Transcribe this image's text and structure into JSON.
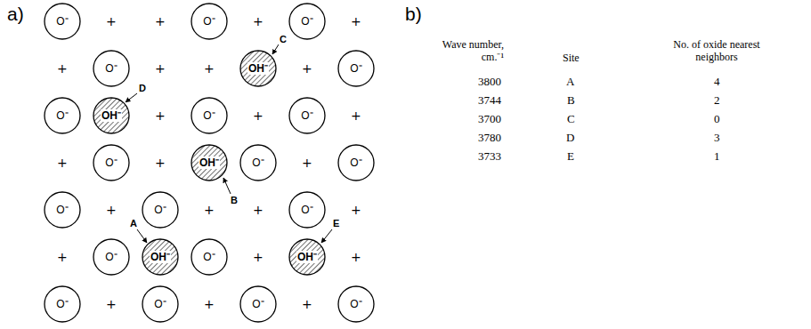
{
  "diagram": {
    "nodes": [
      {
        "text": [
          "O⁼"
        ]
      },
      {
        "text": [
          "O⁼"
        ]
      },
      {
        "text": [
          "O⁼"
        ]
      },
      {
        "text": [
          "O⁼"
        ]
      },
      {
        "text": [
          "OH⁻"
        ]
      },
      {
        "text": [
          "O⁼"
        ]
      },
      {
        "text": [
          "O⁼"
        ]
      },
      {
        "text": [
          "OH⁻"
        ]
      },
      {
        "text": [
          "O⁼"
        ]
      },
      {
        "text": [
          "O⁼"
        ]
      },
      {
        "text": [
          "O⁼"
        ]
      },
      {
        "text": [
          "OH⁻"
        ]
      },
      {
        "text": [
          "O⁼"
        ]
      },
      {
        "text": [
          "O⁼"
        ]
      },
      {
        "text": [
          "O⁼"
        ]
      },
      {
        "text": [
          "O⁼"
        ]
      },
      {
        "text": [
          "O⁼"
        ]
      },
      {
        "text": [
          "O⁼"
        ]
      },
      {
        "text": [
          "OH⁻"
        ]
      },
      {
        "text": [
          "O⁼"
        ]
      },
      {
        "text": [
          "OH⁻"
        ]
      },
      {
        "text": [
          "O⁼"
        ]
      },
      {
        "text": [
          "O⁼"
        ]
      },
      {
        "text": [
          "O⁼"
        ]
      },
      {
        "text": [
          "O⁼"
        ]
      }
    ],
    "labels": [
      "a)",
      "+",
      "+",
      "+",
      "+",
      "+",
      "+",
      "+",
      "+",
      "+",
      "+",
      "+",
      "+",
      "+",
      "+",
      "+",
      "+",
      "+",
      "+",
      "+",
      "+",
      "+",
      "+",
      "+",
      "+",
      "C",
      "D",
      "B",
      "E",
      "A",
      "b)",
      "Wave number, cm.⁻¹",
      "Site",
      "No. of oxide nearest neighbors",
      "3800",
      "A",
      "4",
      "3744",
      "B",
      "2",
      "3700",
      "C",
      "0",
      "3780",
      "D",
      "3",
      "3733",
      "E",
      "1"
    ]
  }
}
